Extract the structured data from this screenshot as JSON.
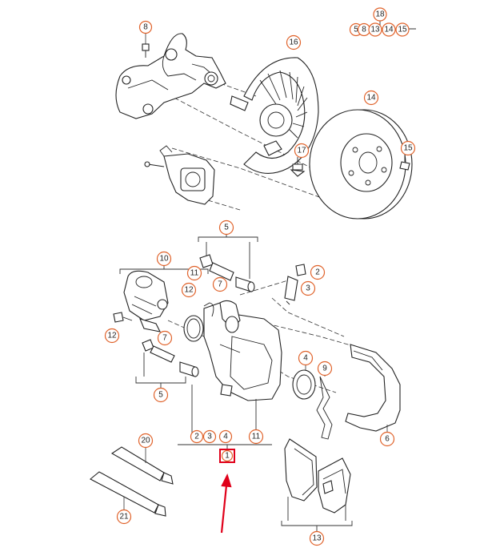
{
  "callouts": {
    "c1": "1",
    "c2": "2",
    "c3": "3",
    "c4": "4",
    "c5": "5",
    "c6": "6",
    "c7": "7",
    "c8": "8",
    "c9": "9",
    "c10": "10",
    "c11": "11",
    "c12": "12",
    "c13": "13",
    "c14": "14",
    "c15": "15",
    "c16": "16",
    "c17": "17",
    "c18": "18",
    "c20": "20",
    "c21": "21"
  },
  "highlight": {
    "color": "#e0001a",
    "part": "1"
  },
  "callout_color": "#e0622a"
}
